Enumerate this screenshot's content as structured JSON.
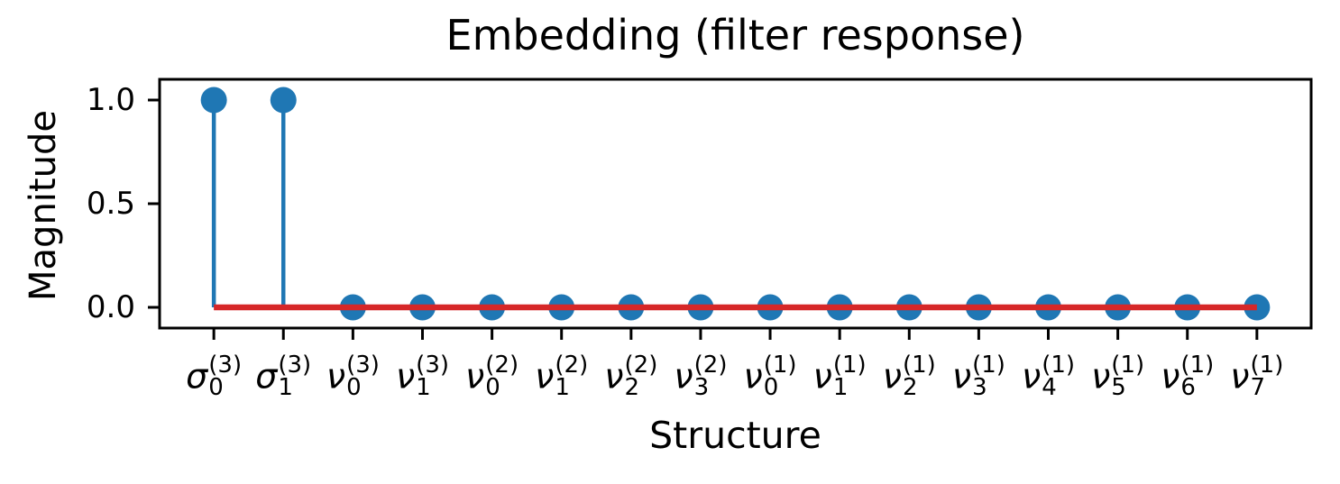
{
  "figure": {
    "title": "Embedding (filter response)",
    "xlabel": "Structure",
    "ylabel": "Magnitude"
  },
  "chart_data": {
    "type": "stem",
    "title": "Embedding (filter response)",
    "xlabel": "Structure",
    "ylabel": "Magnitude",
    "categories": [
      "σ₀⁽³⁾",
      "σ₁⁽³⁾",
      "ν₀⁽³⁾",
      "ν₁⁽³⁾",
      "ν₀⁽²⁾",
      "ν₁⁽²⁾",
      "ν₂⁽²⁾",
      "ν₃⁽²⁾",
      "ν₀⁽¹⁾",
      "ν₁⁽¹⁾",
      "ν₂⁽¹⁾",
      "ν₃⁽¹⁾",
      "ν₄⁽¹⁾",
      "ν₅⁽¹⁾",
      "ν₆⁽¹⁾",
      "ν₇⁽¹⁾"
    ],
    "categories_rich": [
      {
        "base": "σ",
        "sub": "0",
        "sup": "(3)"
      },
      {
        "base": "σ",
        "sub": "1",
        "sup": "(3)"
      },
      {
        "base": "ν",
        "sub": "0",
        "sup": "(3)"
      },
      {
        "base": "ν",
        "sub": "1",
        "sup": "(3)"
      },
      {
        "base": "ν",
        "sub": "0",
        "sup": "(2)"
      },
      {
        "base": "ν",
        "sub": "1",
        "sup": "(2)"
      },
      {
        "base": "ν",
        "sub": "2",
        "sup": "(2)"
      },
      {
        "base": "ν",
        "sub": "3",
        "sup": "(2)"
      },
      {
        "base": "ν",
        "sub": "0",
        "sup": "(1)"
      },
      {
        "base": "ν",
        "sub": "1",
        "sup": "(1)"
      },
      {
        "base": "ν",
        "sub": "2",
        "sup": "(1)"
      },
      {
        "base": "ν",
        "sub": "3",
        "sup": "(1)"
      },
      {
        "base": "ν",
        "sub": "4",
        "sup": "(1)"
      },
      {
        "base": "ν",
        "sub": "5",
        "sup": "(1)"
      },
      {
        "base": "ν",
        "sub": "6",
        "sup": "(1)"
      },
      {
        "base": "ν",
        "sub": "7",
        "sup": "(1)"
      }
    ],
    "values": [
      1.0,
      1.0,
      0,
      0,
      0,
      0,
      0,
      0,
      0,
      0,
      0,
      0,
      0,
      0,
      0,
      0
    ],
    "ytick_labels": [
      "0.0",
      "0.5",
      "1.0"
    ],
    "ytick_values": [
      0.0,
      0.5,
      1.0
    ],
    "ylim": [
      -0.1,
      1.1
    ],
    "grid": false,
    "legend": null,
    "colors": {
      "stem": "#1f77b4",
      "marker": "#1f77b4",
      "baseline": "#d62728",
      "axes": "#000000",
      "background": "#ffffff"
    }
  }
}
